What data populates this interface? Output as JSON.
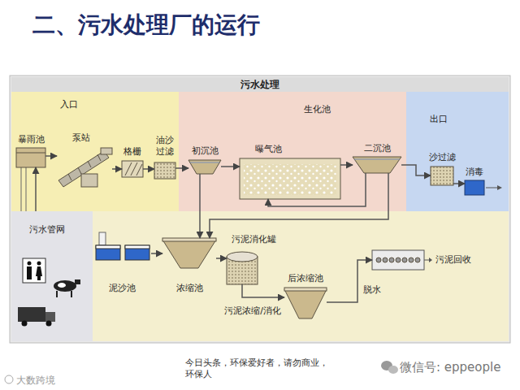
{
  "diagram": {
    "title": "二、污水处理厂的运行",
    "nodes": [
      {
        "text": [
          "污水处理"
        ]
      },
      {
        "text": [
          "入口"
        ],
        "in": 0
      },
      {
        "text": [
          "生化池"
        ],
        "in": 0
      },
      {
        "text": [
          "出口"
        ],
        "in": 0
      },
      {
        "text": [
          "污水管网"
        ],
        "in": 0
      },
      {
        "text": [
          "暴雨池"
        ],
        "in": 1
      },
      {
        "text": [
          "泵站"
        ],
        "in": 1
      },
      {
        "text": [
          "格栅"
        ],
        "in": 1
      },
      {
        "text": [
          "油沙过滤"
        ],
        "in": 1
      },
      {
        "text": [
          "初沉池"
        ],
        "in": 2
      },
      {
        "text": [
          "曝气池"
        ],
        "in": 2
      },
      {
        "text": [
          "二沉池"
        ],
        "in": 2
      },
      {
        "text": [
          "沙过滤"
        ],
        "in": 3
      },
      {
        "text": [
          "消毒"
        ],
        "in": 3
      },
      {
        "text": [
          "泥沙池"
        ],
        "in": 0
      },
      {
        "text": [
          "浓缩池"
        ],
        "in": 0
      },
      {
        "text": [
          "污泥消化罐"
        ],
        "in": 0
      },
      {
        "text": [
          "后浓缩池",
          "污泥浓缩/消化"
        ],
        "in": 0
      },
      {
        "text": [
          "污泥回收"
        ],
        "in": 0
      }
    ],
    "edges": [
      {
        "from": 4,
        "to": 5,
        "arrow": "to"
      },
      {
        "from": 5,
        "to": 6,
        "arrow": "to"
      },
      {
        "from": 6,
        "to": 7,
        "arrow": "to"
      },
      {
        "from": 7,
        "to": 8,
        "arrow": "to"
      },
      {
        "from": 8,
        "to": 9,
        "arrow": "to"
      },
      {
        "from": 9,
        "to": 10,
        "arrow": "to"
      },
      {
        "from": 10,
        "to": 11,
        "arrow": "to"
      },
      {
        "from": 11,
        "to": 12,
        "arrow": "to"
      },
      {
        "from": 12,
        "to": 13,
        "arrow": "to"
      },
      {
        "from": 9,
        "to": 15,
        "arrow": "to"
      },
      {
        "from": 11,
        "to": 10,
        "arrow": "to"
      },
      {
        "from": 11,
        "to": 15,
        "arrow": "to"
      },
      {
        "from": 14,
        "to": 15,
        "arrow": "to"
      },
      {
        "from": 15,
        "to": 16,
        "arrow": "to"
      },
      {
        "from": 16,
        "to": 17,
        "arrow": "to"
      },
      {
        "from": 17,
        "to": 18,
        "label": "脱水",
        "arrow": "to"
      }
    ],
    "labels": [
      "今日头条，环保爱好者，请勿商业，环保人",
      "微信号: eppeople",
      "大数跨境"
    ]
  }
}
